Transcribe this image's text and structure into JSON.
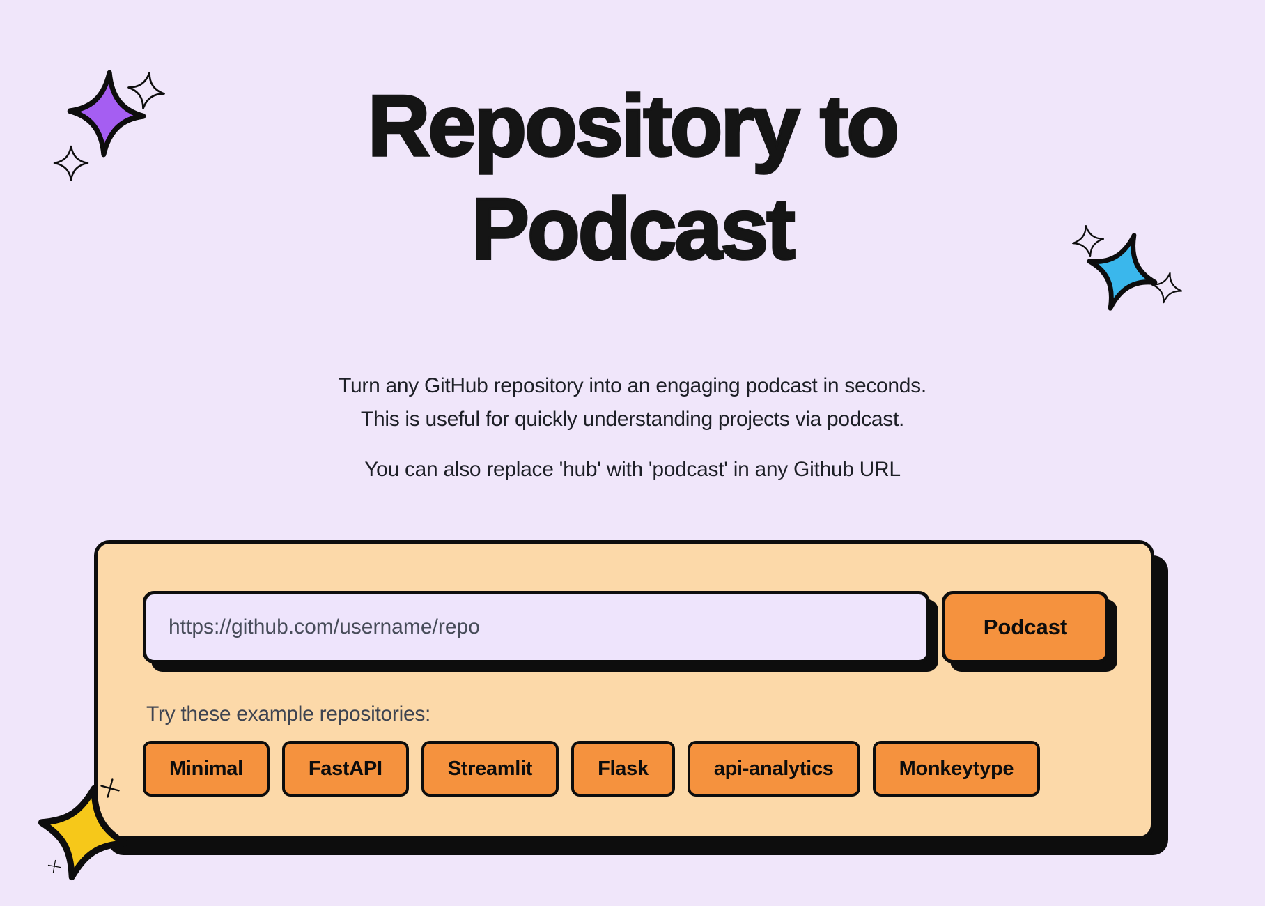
{
  "title": {
    "line1": "Repository to",
    "line2": "Podcast",
    "full": "Repository to Podcast"
  },
  "intro": {
    "line1": "Turn any GitHub repository into an engaging podcast in seconds.",
    "line2": "This is useful for quickly understanding projects via podcast.",
    "line3": "You can also replace 'hub' with 'podcast' in any Github URL"
  },
  "form": {
    "url_placeholder": "https://github.com/username/repo",
    "url_value": "",
    "submit_label": "Podcast",
    "examples_label": "Try these example repositories:",
    "examples": [
      "Minimal",
      "FastAPI",
      "Streamlit",
      "Flask",
      "api-analytics",
      "Monkeytype"
    ]
  },
  "decorations": {
    "top_left": {
      "icon": "sparkle-icon",
      "color": "#a55ef2"
    },
    "mid_right": {
      "icon": "sparkle-icon",
      "color": "#3ab7ec"
    },
    "bottom_left": {
      "icon": "star-icon",
      "color": "#f6c81a"
    }
  },
  "colors": {
    "background": "#f0e6fa",
    "card": "#fcd9a9",
    "accent_orange": "#f5923e",
    "input_background": "#eee4fc",
    "outline_black": "#0d0d0d"
  }
}
